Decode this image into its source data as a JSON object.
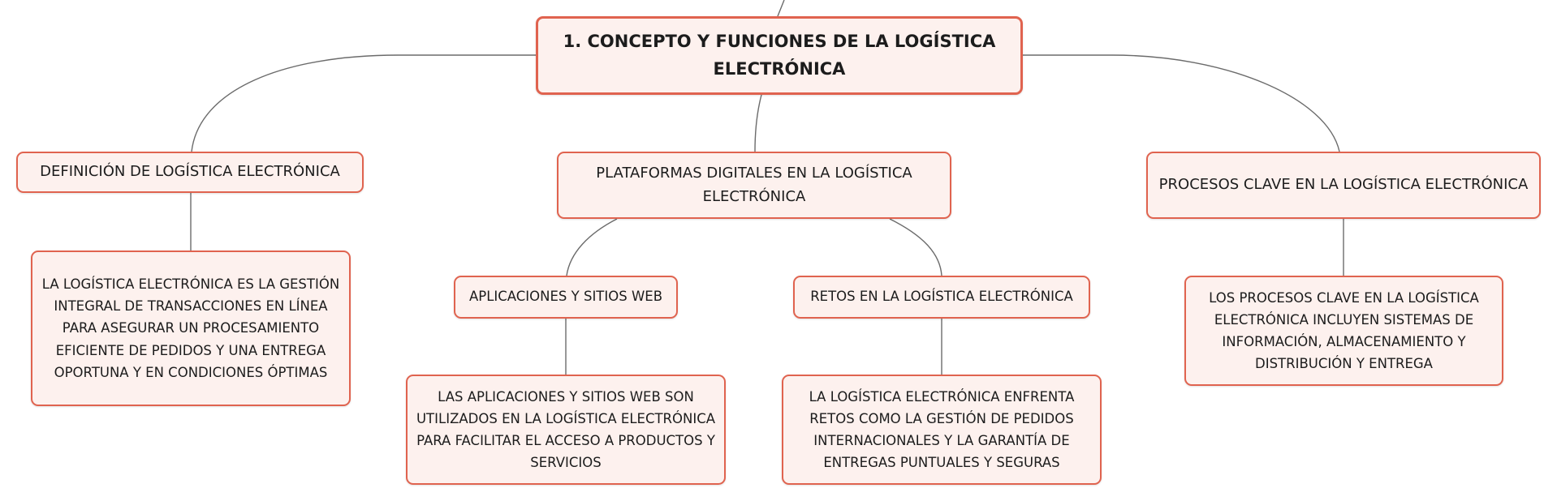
{
  "diagram": {
    "root": {
      "lines": [
        "1. CONCEPTO Y FUNCIONES DE LA LOGÍSTICA",
        "ELECTRÓNICA"
      ]
    },
    "definicion": {
      "title": "DEFINICIÓN DE LOGÍSTICA ELECTRÓNICA",
      "detail": [
        "LA LOGÍSTICA ELECTRÓNICA ES LA GESTIÓN",
        "INTEGRAL DE TRANSACCIONES EN LÍNEA",
        "PARA ASEGURAR UN PROCESAMIENTO",
        "EFICIENTE DE PEDIDOS Y UNA ENTREGA",
        "OPORTUNA Y EN CONDICIONES ÓPTIMAS"
      ]
    },
    "plataformas": {
      "lines": [
        "PLATAFORMAS DIGITALES EN LA LOGÍSTICA",
        "ELECTRÓNICA"
      ],
      "aplicaciones": {
        "title": "APLICACIONES Y SITIOS WEB",
        "detail": [
          "LAS APLICACIONES Y SITIOS WEB SON",
          "UTILIZADOS EN LA LOGÍSTICA ELECTRÓNICA",
          "PARA FACILITAR EL ACCESO A PRODUCTOS Y",
          "SERVICIOS"
        ]
      },
      "retos": {
        "title": "RETOS EN LA LOGÍSTICA ELECTRÓNICA",
        "detail": [
          "LA LOGÍSTICA ELECTRÓNICA ENFRENTA",
          "RETOS COMO LA GESTIÓN DE PEDIDOS",
          "INTERNACIONALES Y LA GARANTÍA DE",
          "ENTREGAS PUNTUALES Y SEGURAS"
        ]
      }
    },
    "procesos": {
      "title": "PROCESOS CLAVE EN LA LOGÍSTICA ELECTRÓNICA",
      "detail": [
        "LOS PROCESOS CLAVE EN LA LOGÍSTICA",
        "ELECTRÓNICA INCLUYEN SISTEMAS DE",
        "INFORMACIÓN, ALMACENAMIENTO Y",
        "DISTRIBUCIÓN Y ENTREGA"
      ]
    },
    "colors": {
      "node_border": "#e0634f",
      "node_fill": "#fdf1ee",
      "connector": "#6b6b6b",
      "text": "#1c1c1c"
    }
  }
}
